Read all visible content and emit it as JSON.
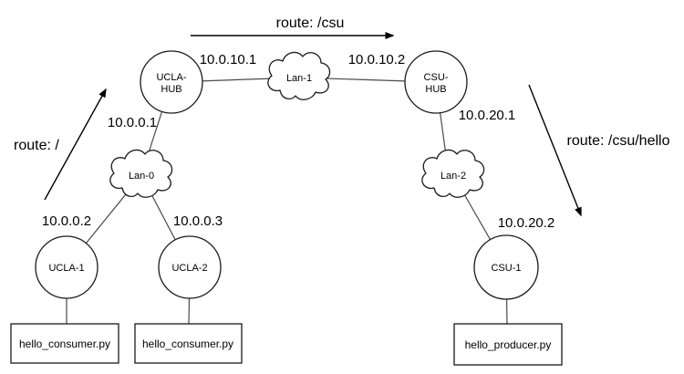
{
  "diagram": {
    "routes": {
      "top": "route: /csu",
      "left": "route: /",
      "right": "route: /csu/hello"
    },
    "hubs": {
      "ucla_hub": {
        "name_line1": "UCLA-",
        "name_line2": "HUB",
        "lan1_ip": "10.0.10.1",
        "lan0_ip": "10.0.0.1"
      },
      "csu_hub": {
        "name_line1": "CSU-",
        "name_line2": "HUB",
        "lan1_ip": "10.0.10.2",
        "lan2_ip": "10.0.20.1"
      }
    },
    "lans": {
      "lan0": "Lan-0",
      "lan1": "Lan-1",
      "lan2": "Lan-2"
    },
    "hosts": {
      "ucla1": {
        "name": "UCLA-1",
        "ip": "10.0.0.2",
        "script": "hello_consumer.py"
      },
      "ucla2": {
        "name": "UCLA-2",
        "ip": "10.0.0.3",
        "script": "hello_consumer.py"
      },
      "csu1": {
        "name": "CSU-1",
        "ip": "10.0.20.2",
        "script": "hello_producer.py"
      }
    },
    "colors": {
      "background": "#ffffff",
      "shape_stroke": "#1a1a1a",
      "edge_stroke": "#4a4a4a",
      "text": "#000000"
    }
  }
}
